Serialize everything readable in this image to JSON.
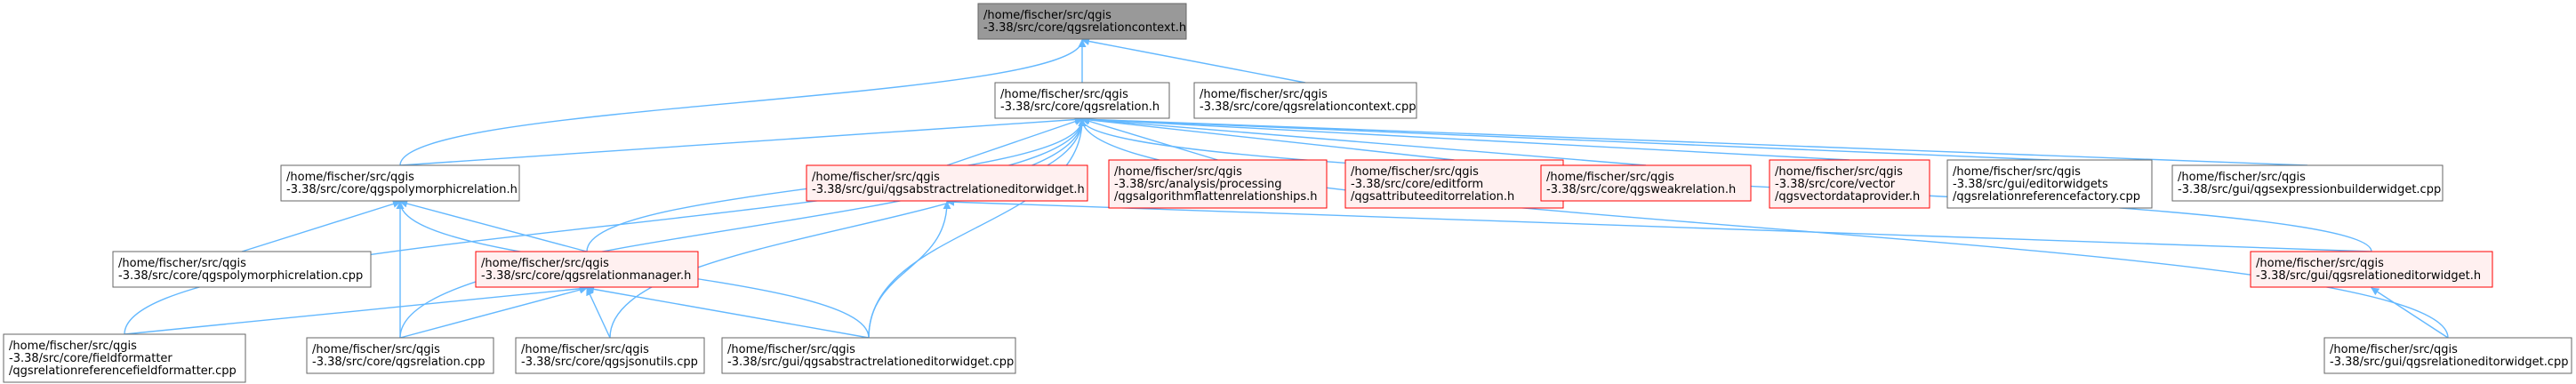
{
  "colors": {
    "edge": "#63b8ff",
    "root_fill": "#999999",
    "root_border": "#666666",
    "normal_fill": "#ffffff",
    "normal_border": "#666666",
    "missing_fill": "#fff0f0",
    "missing_border": "#ff0000"
  },
  "nodes": [
    {
      "id": "n_context_h",
      "style": "root",
      "lines": [
        "/home/fischer/src/qgis",
        "-3.38/src/core/qgsrelationcontext.h"
      ]
    },
    {
      "id": "n_relation_h",
      "style": "normal",
      "lines": [
        "/home/fischer/src/qgis",
        "-3.38/src/core/qgsrelation.h"
      ]
    },
    {
      "id": "n_context_cpp",
      "style": "normal",
      "lines": [
        "/home/fischer/src/qgis",
        "-3.38/src/core/qgsrelationcontext.cpp"
      ]
    },
    {
      "id": "n_poly_h",
      "style": "normal",
      "lines": [
        "/home/fischer/src/qgis",
        "-3.38/src/core/qgspolymorphicrelation.h"
      ]
    },
    {
      "id": "n_abs_editor_h",
      "style": "missing",
      "lines": [
        "/home/fischer/src/qgis",
        "-3.38/src/gui/qgsabstractrelationeditorwidget.h"
      ]
    },
    {
      "id": "n_flatten_h",
      "style": "missing",
      "lines": [
        "/home/fischer/src/qgis",
        "-3.38/src/analysis/processing",
        "/qgsalgorithmflattenrelationships.h"
      ]
    },
    {
      "id": "n_attr_editor_h",
      "style": "missing",
      "lines": [
        "/home/fischer/src/qgis",
        "-3.38/src/core/editform",
        "/qgsattributeeditorrelation.h"
      ]
    },
    {
      "id": "n_weak_h",
      "style": "missing",
      "lines": [
        "/home/fischer/src/qgis",
        "-3.38/src/core/qgsweakrelation.h"
      ]
    },
    {
      "id": "n_vdp_h",
      "style": "missing",
      "lines": [
        "/home/fischer/src/qgis",
        "-3.38/src/core/vector",
        "/qgsvectordataprovider.h"
      ]
    },
    {
      "id": "n_ref_factory_cpp",
      "style": "normal",
      "lines": [
        "/home/fischer/src/qgis",
        "-3.38/src/gui/editorwidgets",
        "/qgsrelationreferencefactory.cpp"
      ]
    },
    {
      "id": "n_expr_builder_cpp",
      "style": "normal",
      "lines": [
        "/home/fischer/src/qgis",
        "-3.38/src/gui/qgsexpressionbuilderwidget.cpp"
      ]
    },
    {
      "id": "n_poly_cpp",
      "style": "normal",
      "lines": [
        "/home/fischer/src/qgis",
        "-3.38/src/core/qgspolymorphicrelation.cpp"
      ]
    },
    {
      "id": "n_manager_h",
      "style": "missing",
      "lines": [
        "/home/fischer/src/qgis",
        "-3.38/src/core/qgsrelationmanager.h"
      ]
    },
    {
      "id": "n_editor_widget_h",
      "style": "missing",
      "lines": [
        "/home/fischer/src/qgis",
        "-3.38/src/gui/qgsrelationeditorwidget.h"
      ]
    },
    {
      "id": "n_fieldformatter_cpp",
      "style": "normal",
      "lines": [
        "/home/fischer/src/qgis",
        "-3.38/src/core/fieldformatter",
        "/qgsrelationreferencefieldformatter.cpp"
      ]
    },
    {
      "id": "n_relation_cpp",
      "style": "normal",
      "lines": [
        "/home/fischer/src/qgis",
        "-3.38/src/core/qgsrelation.cpp"
      ]
    },
    {
      "id": "n_jsonutils_cpp",
      "style": "normal",
      "lines": [
        "/home/fischer/src/qgis",
        "-3.38/src/core/qgsjsonutils.cpp"
      ]
    },
    {
      "id": "n_abs_editor_cpp",
      "style": "normal",
      "lines": [
        "/home/fischer/src/qgis",
        "-3.38/src/gui/qgsabstractrelationeditorwidget.cpp"
      ]
    },
    {
      "id": "n_editor_widget_cpp",
      "style": "normal",
      "lines": [
        "/home/fischer/src/qgis",
        "-3.38/src/gui/qgsrelationeditorwidget.cpp"
      ]
    }
  ],
  "edges": [
    {
      "from": "n_relation_h",
      "to": "n_context_h"
    },
    {
      "from": "n_context_cpp",
      "to": "n_context_h"
    },
    {
      "from": "n_poly_h",
      "to": "n_context_h"
    },
    {
      "from": "n_poly_h",
      "to": "n_relation_h"
    },
    {
      "from": "n_abs_editor_h",
      "to": "n_relation_h"
    },
    {
      "from": "n_flatten_h",
      "to": "n_relation_h"
    },
    {
      "from": "n_attr_editor_h",
      "to": "n_relation_h"
    },
    {
      "from": "n_weak_h",
      "to": "n_relation_h"
    },
    {
      "from": "n_vdp_h",
      "to": "n_relation_h"
    },
    {
      "from": "n_ref_factory_cpp",
      "to": "n_relation_h"
    },
    {
      "from": "n_expr_builder_cpp",
      "to": "n_relation_h"
    },
    {
      "from": "n_manager_h",
      "to": "n_relation_h"
    },
    {
      "from": "n_editor_widget_h",
      "to": "n_relation_h"
    },
    {
      "from": "n_fieldformatter_cpp",
      "to": "n_relation_h"
    },
    {
      "from": "n_relation_cpp",
      "to": "n_relation_h"
    },
    {
      "from": "n_jsonutils_cpp",
      "to": "n_relation_h"
    },
    {
      "from": "n_abs_editor_cpp",
      "to": "n_relation_h"
    },
    {
      "from": "n_editor_widget_cpp",
      "to": "n_relation_h"
    },
    {
      "from": "n_poly_cpp",
      "to": "n_poly_h"
    },
    {
      "from": "n_manager_h",
      "to": "n_poly_h"
    },
    {
      "from": "n_relation_cpp",
      "to": "n_poly_h"
    },
    {
      "from": "n_abs_editor_cpp",
      "to": "n_poly_h"
    },
    {
      "from": "n_fieldformatter_cpp",
      "to": "n_manager_h"
    },
    {
      "from": "n_relation_cpp",
      "to": "n_manager_h"
    },
    {
      "from": "n_jsonutils_cpp",
      "to": "n_manager_h"
    },
    {
      "from": "n_abs_editor_cpp",
      "to": "n_manager_h"
    },
    {
      "from": "n_abs_editor_cpp",
      "to": "n_abs_editor_h"
    },
    {
      "from": "n_editor_widget_h",
      "to": "n_abs_editor_h"
    },
    {
      "from": "n_editor_widget_cpp",
      "to": "n_editor_widget_h"
    }
  ]
}
